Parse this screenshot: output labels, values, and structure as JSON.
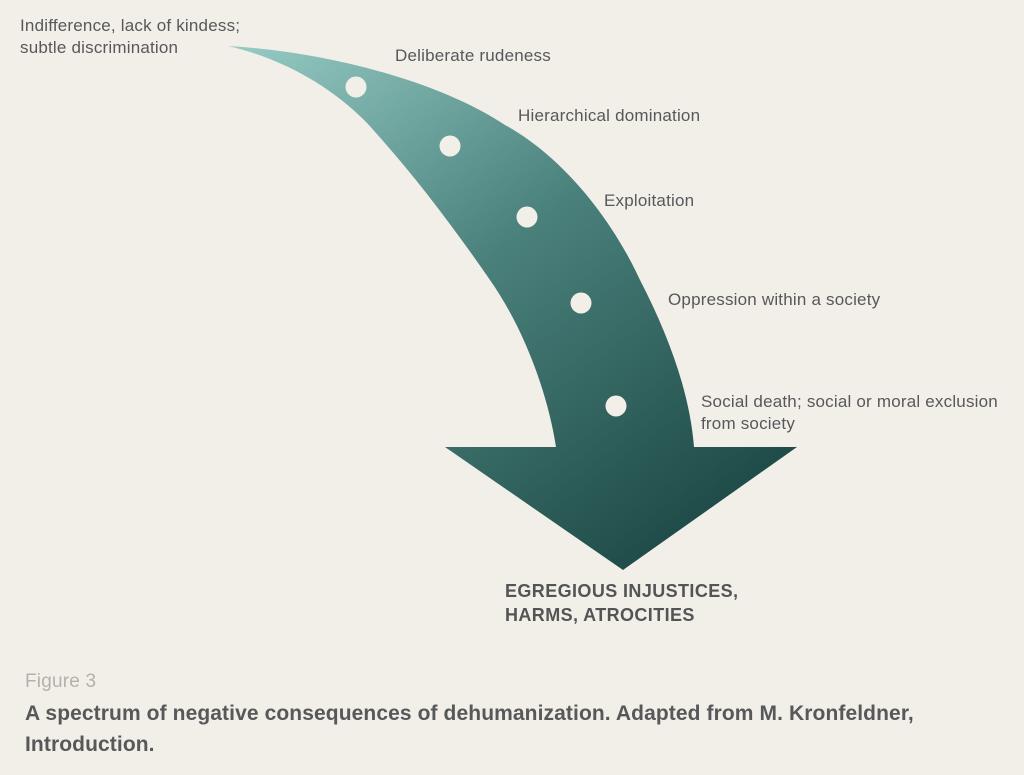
{
  "colors": {
    "background": "#f2efe9",
    "label_text": "#58585a",
    "terminal_text": "#535456",
    "figure_number_text": "#b4b1ab",
    "caption_text": "#57585a",
    "arrow_gradient_start": "#97ccc6",
    "arrow_gradient_mid": "#4a807b",
    "arrow_gradient_end": "#204d49",
    "dot": "#f2efe9"
  },
  "diagram": {
    "stages": [
      {
        "line1": "Indifference, lack of kindess;",
        "line2": "subtle discrimination"
      },
      {
        "line1": "Deliberate rudeness"
      },
      {
        "line1": "Hierarchical domination"
      },
      {
        "line1": "Exploitation"
      },
      {
        "line1": "Oppression within a society"
      },
      {
        "line1": "Social death; social or moral exclusion",
        "line2": "from society"
      }
    ],
    "terminal": {
      "line1": "EGREGIOUS INJUSTICES,",
      "line2": "HARMS, ATROCITIES"
    }
  },
  "caption": {
    "figure_label": "Figure 3",
    "line1": "A spectrum of negative consequences of dehumanization. Adapted from M. Kronfeldner,",
    "line2": "Introduction."
  }
}
